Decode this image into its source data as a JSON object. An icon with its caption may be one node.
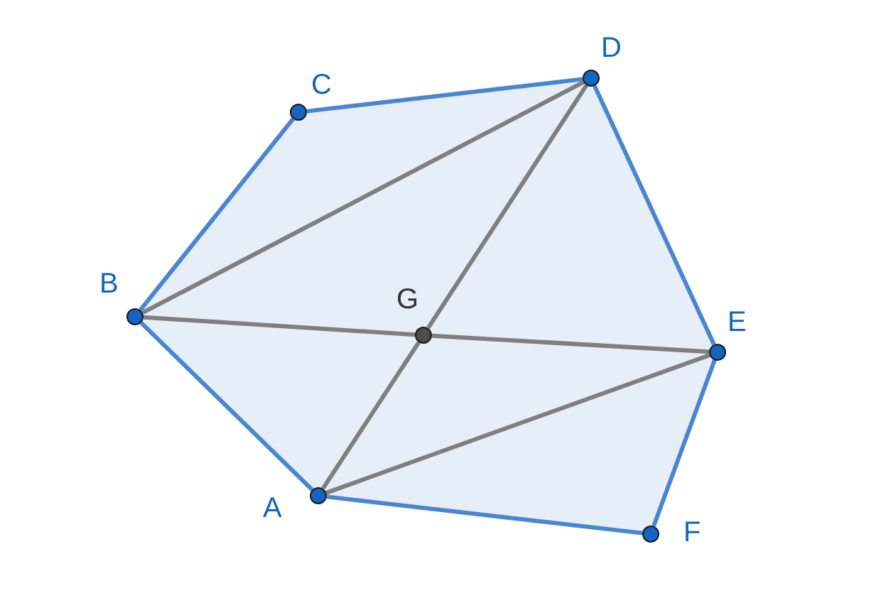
{
  "diagram": {
    "nodes": [
      {
        "text": [
          "C"
        ]
      },
      {
        "text": [
          "D"
        ]
      },
      {
        "text": [
          "B"
        ]
      },
      {
        "text": [
          "G"
        ]
      },
      {
        "text": [
          "E"
        ]
      },
      {
        "text": [
          "A"
        ]
      },
      {
        "text": [
          "F"
        ]
      }
    ],
    "edges": [
      {
        "from": 2,
        "to": 0,
        "arrow": "none"
      },
      {
        "from": 0,
        "to": 1,
        "arrow": "none"
      },
      {
        "from": 1,
        "to": 4,
        "arrow": "none"
      },
      {
        "from": 4,
        "to": 6,
        "arrow": "none"
      },
      {
        "from": 6,
        "to": 5,
        "arrow": "none"
      },
      {
        "from": 5,
        "to": 2,
        "arrow": "none"
      },
      {
        "from": 2,
        "to": 1,
        "arrow": "none",
        "color": "#7f7f7f"
      },
      {
        "from": 5,
        "to": 3,
        "arrow": "none",
        "color": "#7f7f7f"
      },
      {
        "from": 3,
        "to": 1,
        "arrow": "none",
        "color": "#7f7f7f"
      },
      {
        "from": 2,
        "to": 3,
        "arrow": "none",
        "color": "#7f7f7f"
      },
      {
        "from": 3,
        "to": 4,
        "arrow": "none",
        "color": "#7f7f7f"
      },
      {
        "from": 5,
        "to": 4,
        "arrow": "none",
        "color": "#7f7f7f"
      }
    ]
  }
}
